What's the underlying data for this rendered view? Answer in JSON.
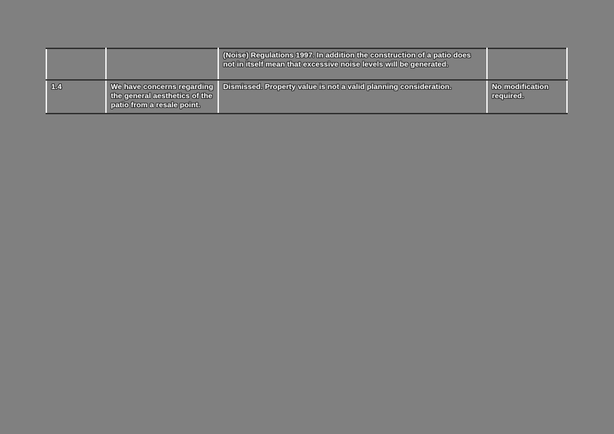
{
  "page": {
    "background_color": "#808080",
    "text_color": "#ffffff",
    "rule_color_horizontal": "#303030",
    "rule_color_vertical": "#f2f2f2"
  },
  "table": {
    "name": "planning-consultation-responses",
    "columns": [
      {
        "key": "ref",
        "label": ""
      },
      {
        "key": "comment",
        "label": ""
      },
      {
        "key": "response",
        "label": ""
      },
      {
        "key": "action",
        "label": ""
      }
    ],
    "rows": [
      {
        "ref": "",
        "comment": "",
        "response": "(Noise) Regulations 1997. In addition the construction of a patio does not in itself mean that excessive noise levels will be generated.",
        "action": ""
      },
      {
        "ref": "1.4",
        "comment": "We have concerns regarding the general aesthetics of the patio from a resale point.",
        "response": "Dismissed. Property value is not a valid planning consideration.",
        "action": "No modification required."
      }
    ]
  }
}
